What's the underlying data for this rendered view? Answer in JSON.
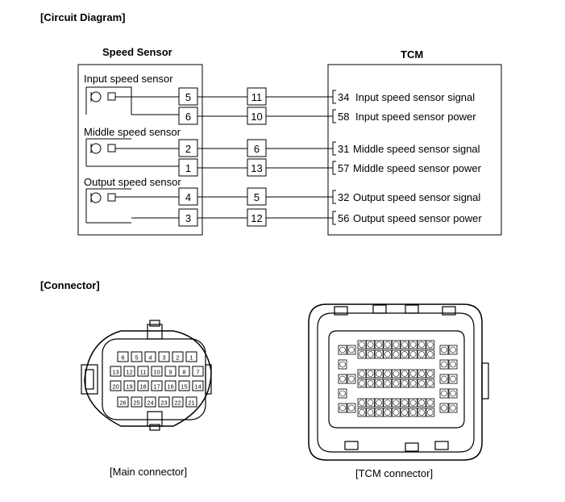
{
  "headings": {
    "circuit": "[Circuit Diagram]",
    "connector": "[Connector]"
  },
  "speed_sensor": {
    "title": "Speed Sensor",
    "sensors": [
      {
        "label": "Input speed sensor"
      },
      {
        "label": "Middle speed sensor"
      },
      {
        "label": "Output speed sensor"
      }
    ]
  },
  "tcm": {
    "title": "TCM"
  },
  "wires": [
    {
      "sensor_pin": "5",
      "mid_pin": "11",
      "tcm_pin": "34",
      "tcm_label": "Input speed sensor signal"
    },
    {
      "sensor_pin": "6",
      "mid_pin": "10",
      "tcm_pin": "58",
      "tcm_label": "Input speed sensor power"
    },
    {
      "sensor_pin": "2",
      "mid_pin": "6",
      "tcm_pin": "31",
      "tcm_label": "Middle speed sensor signal"
    },
    {
      "sensor_pin": "1",
      "mid_pin": "13",
      "tcm_pin": "57",
      "tcm_label": "Middle speed sensor  power"
    },
    {
      "sensor_pin": "4",
      "mid_pin": "5",
      "tcm_pin": "32",
      "tcm_label": "Output speed sensor signal"
    },
    {
      "sensor_pin": "3",
      "mid_pin": "12",
      "tcm_pin": "56",
      "tcm_label": "Output speed sensor power"
    }
  ],
  "connectors": {
    "main": {
      "caption": "[Main connector]",
      "rows": [
        [
          "6",
          "5",
          "4",
          "3",
          "2",
          "1"
        ],
        [
          "13",
          "12",
          "11",
          "10",
          "9",
          "8",
          "7"
        ],
        [
          "20",
          "19",
          "18",
          "17",
          "16",
          "15",
          "14"
        ],
        [
          "26",
          "25",
          "24",
          "23",
          "22",
          "21"
        ]
      ]
    },
    "tcm": {
      "caption": "[TCM connector]"
    }
  }
}
